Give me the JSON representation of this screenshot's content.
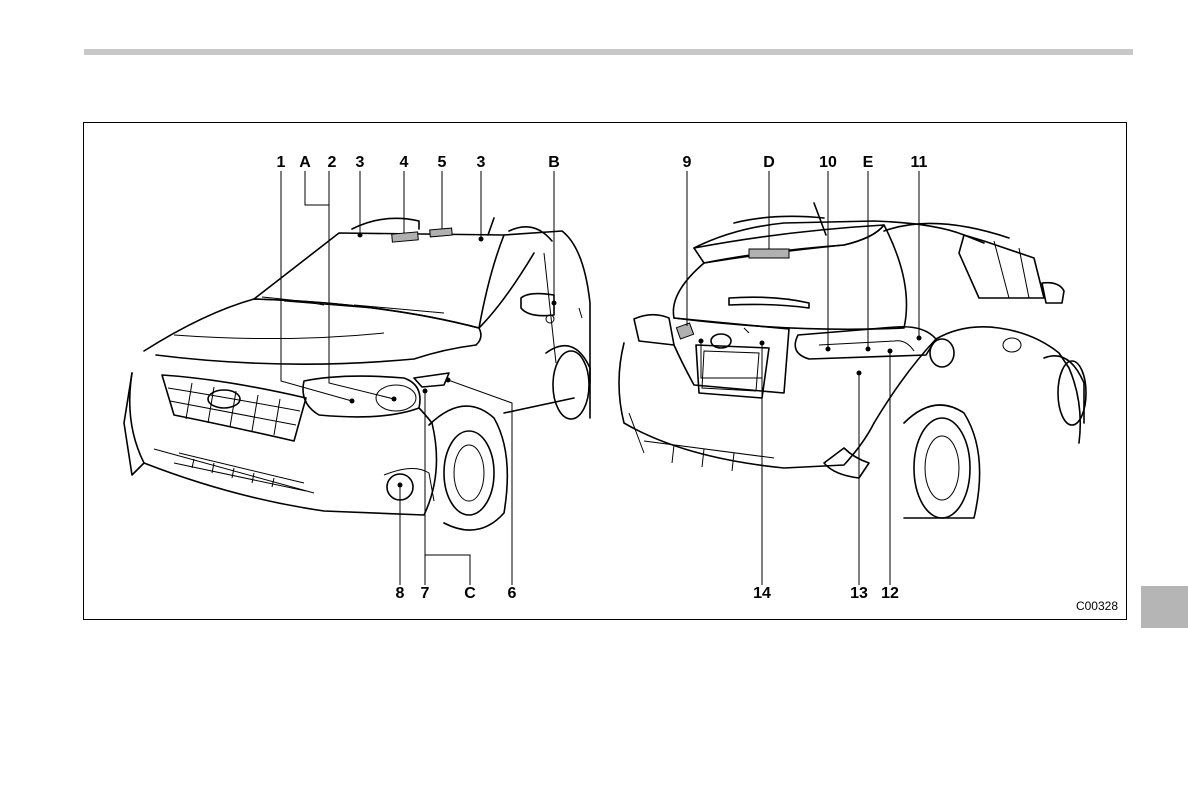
{
  "colors": {
    "rule": "#c8c8c8",
    "tab": "#b5b5b5",
    "ink": "#000000"
  },
  "figure": {
    "code": "C00328",
    "front_callouts": {
      "top": [
        "1",
        "A",
        "2",
        "3",
        "4",
        "5",
        "3",
        "B"
      ],
      "bottom": [
        "8",
        "7",
        "C",
        "6"
      ]
    },
    "rear_callouts": {
      "top": [
        "9",
        "D",
        "10",
        "E",
        "11"
      ],
      "bottom": [
        "14",
        "13",
        "12"
      ]
    }
  }
}
